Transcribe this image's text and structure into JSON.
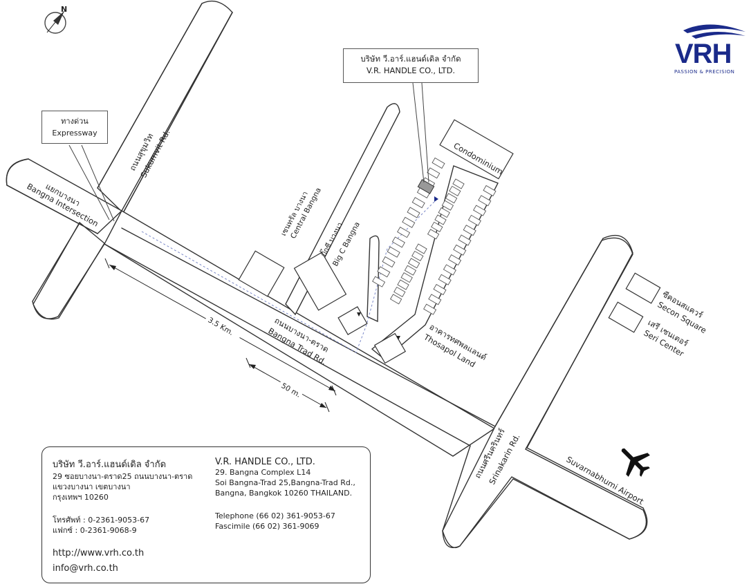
{
  "compass": {
    "label": "N"
  },
  "logo": {
    "brand": "VRH",
    "tagline": "PASSION & PRECISION",
    "color": "#1a2a8a"
  },
  "company_callout": {
    "line_th": "บริษัท วี.อาร์.แฮนด์เดิล จำกัด",
    "line_en": "V.R. HANDLE CO., LTD."
  },
  "expressway_callout": {
    "line_th": "ทางด่วน",
    "line_en": "Expressway"
  },
  "roads": {
    "sukhumvit_th": "ถนนสุขุมวิท",
    "sukhumvit_en": "Sukumvit Rd.",
    "bangna_intersection_th": "แยกบางนา",
    "bangna_intersection_en": "Bangna Intersection",
    "bangna_trad_th": "ถนนบางนา-ตราด",
    "bangna_trad_en": "Bangna Trad Rd.",
    "srinakarin_th": "ถนนศรีนครินทร์",
    "srinakarin_en": "Srinakarin Rd."
  },
  "places": {
    "central_th": "เซนทรัล บางนา",
    "central_en": "Central Bangna",
    "bigc_th": "บิ๊กซี บางนา",
    "bigc_en": "Big C Bangna",
    "condominium": "Condominium",
    "thosapol_th": "อาคารทศพลแลนด์",
    "thosapol_en": "Thosapol Land",
    "secon_th": "ซีคอนสแควร์",
    "secon_en": "Secon Square",
    "seri_th": "เสรี เซนเตอร์",
    "seri_en": "Seri Center",
    "airport": "Suvarnabhumi Airport"
  },
  "distances": {
    "long": "3.5 Km.",
    "short": "50 m."
  },
  "contact": {
    "th": {
      "company": "บริษัท วี.อาร์.แฮนด์เดิล จำกัด",
      "address1": "29 ซอยบางนา-ตราด25 ถนนบางนา-ตราด",
      "address2": "แขวงบางนา เขตบางนา",
      "address3": "กรุงเทพฯ 10260",
      "phone": "โทรศัพท์ : 0-2361-9053-67",
      "fax": "แฟกซ์ : 0-2361-9068-9"
    },
    "en": {
      "company": "V.R. HANDLE CO., LTD.",
      "address1": "29. Bangna Complex L14",
      "address2": "Soi Bangna-Trad 25,Bangna-Trad Rd.,",
      "address3": "Bangna, Bangkok 10260 THAILAND.",
      "phone": "Telephone (66 02) 361-9053-67",
      "fax": "Fascimile (66 02) 361-9069"
    },
    "website": "http://www.vrh.co.th",
    "email": "info@vrh.co.th"
  }
}
